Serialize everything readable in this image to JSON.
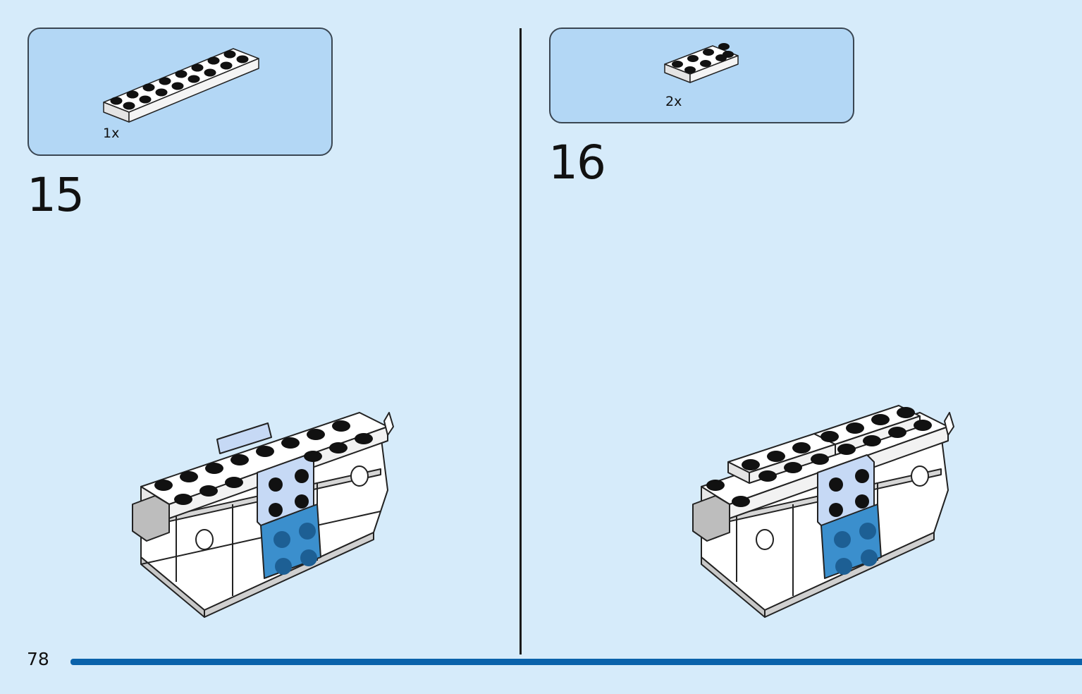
{
  "page": {
    "number": "78"
  },
  "steps": [
    {
      "number": "15",
      "parts": [
        {
          "part": "white-plate-2x8",
          "quantity": "1x"
        }
      ]
    },
    {
      "number": "16",
      "parts": [
        {
          "part": "white-plate-2x4",
          "quantity": "2x"
        }
      ]
    }
  ],
  "colors": {
    "background": "#d6ebfa",
    "parts_box": "#b3d7f5",
    "footer_bar": "#0a62aa",
    "brick_white": "#ffffff",
    "brick_blue": "#3b8fcd",
    "brick_light_blue": "#c6d9f5",
    "brick_grey": "#c8c8c8"
  }
}
